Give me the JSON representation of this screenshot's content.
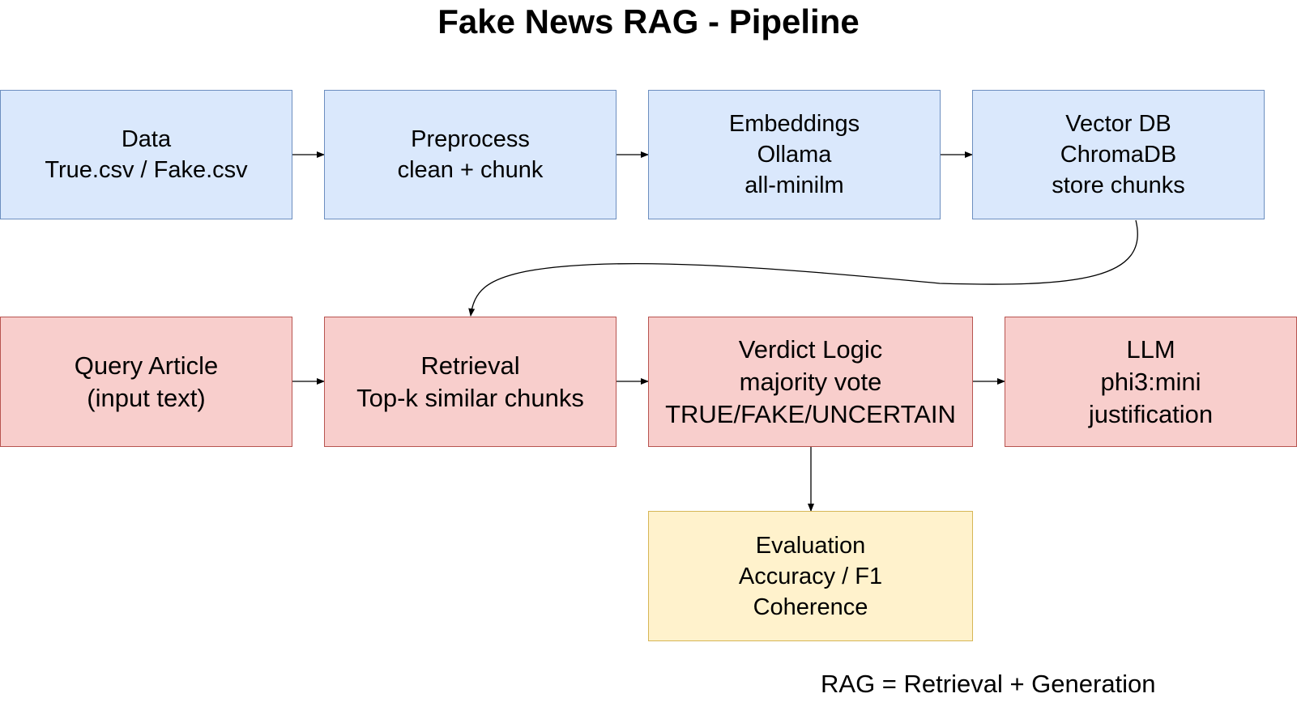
{
  "title": "Fake News RAG - Pipeline",
  "nodes": {
    "data": {
      "lines": [
        "Data",
        "True.csv / Fake.csv"
      ],
      "color": "#dae8fc"
    },
    "preprocess": {
      "lines": [
        "Preprocess",
        "clean + chunk"
      ],
      "color": "#dae8fc"
    },
    "embeddings": {
      "lines": [
        "Embeddings",
        "Ollama",
        "all-minilm"
      ],
      "color": "#dae8fc"
    },
    "vector_db": {
      "lines": [
        "Vector DB",
        "ChromaDB",
        "store chunks"
      ],
      "color": "#dae8fc"
    },
    "query_article": {
      "lines": [
        "Query Article",
        "(input text)"
      ],
      "color": "#f8cecc"
    },
    "retrieval": {
      "lines": [
        "Retrieval",
        "Top-k similar chunks"
      ],
      "color": "#f8cecc"
    },
    "verdict_logic": {
      "lines": [
        "Verdict Logic",
        "majority vote",
        "TRUE/FAKE/UNCERTAIN"
      ],
      "color": "#f8cecc"
    },
    "llm": {
      "lines": [
        "LLM",
        "phi3:mini",
        "justification"
      ],
      "color": "#f8cecc"
    },
    "evaluation": {
      "lines": [
        "Evaluation",
        "Accuracy / F1",
        "Coherence"
      ],
      "color": "#fff2cc"
    }
  },
  "edges": [
    [
      "data",
      "preprocess"
    ],
    [
      "preprocess",
      "embeddings"
    ],
    [
      "embeddings",
      "vector_db"
    ],
    [
      "vector_db",
      "retrieval"
    ],
    [
      "query_article",
      "retrieval"
    ],
    [
      "retrieval",
      "verdict_logic"
    ],
    [
      "verdict_logic",
      "llm"
    ],
    [
      "verdict_logic",
      "evaluation"
    ]
  ],
  "footnote": "RAG = Retrieval + Generation"
}
